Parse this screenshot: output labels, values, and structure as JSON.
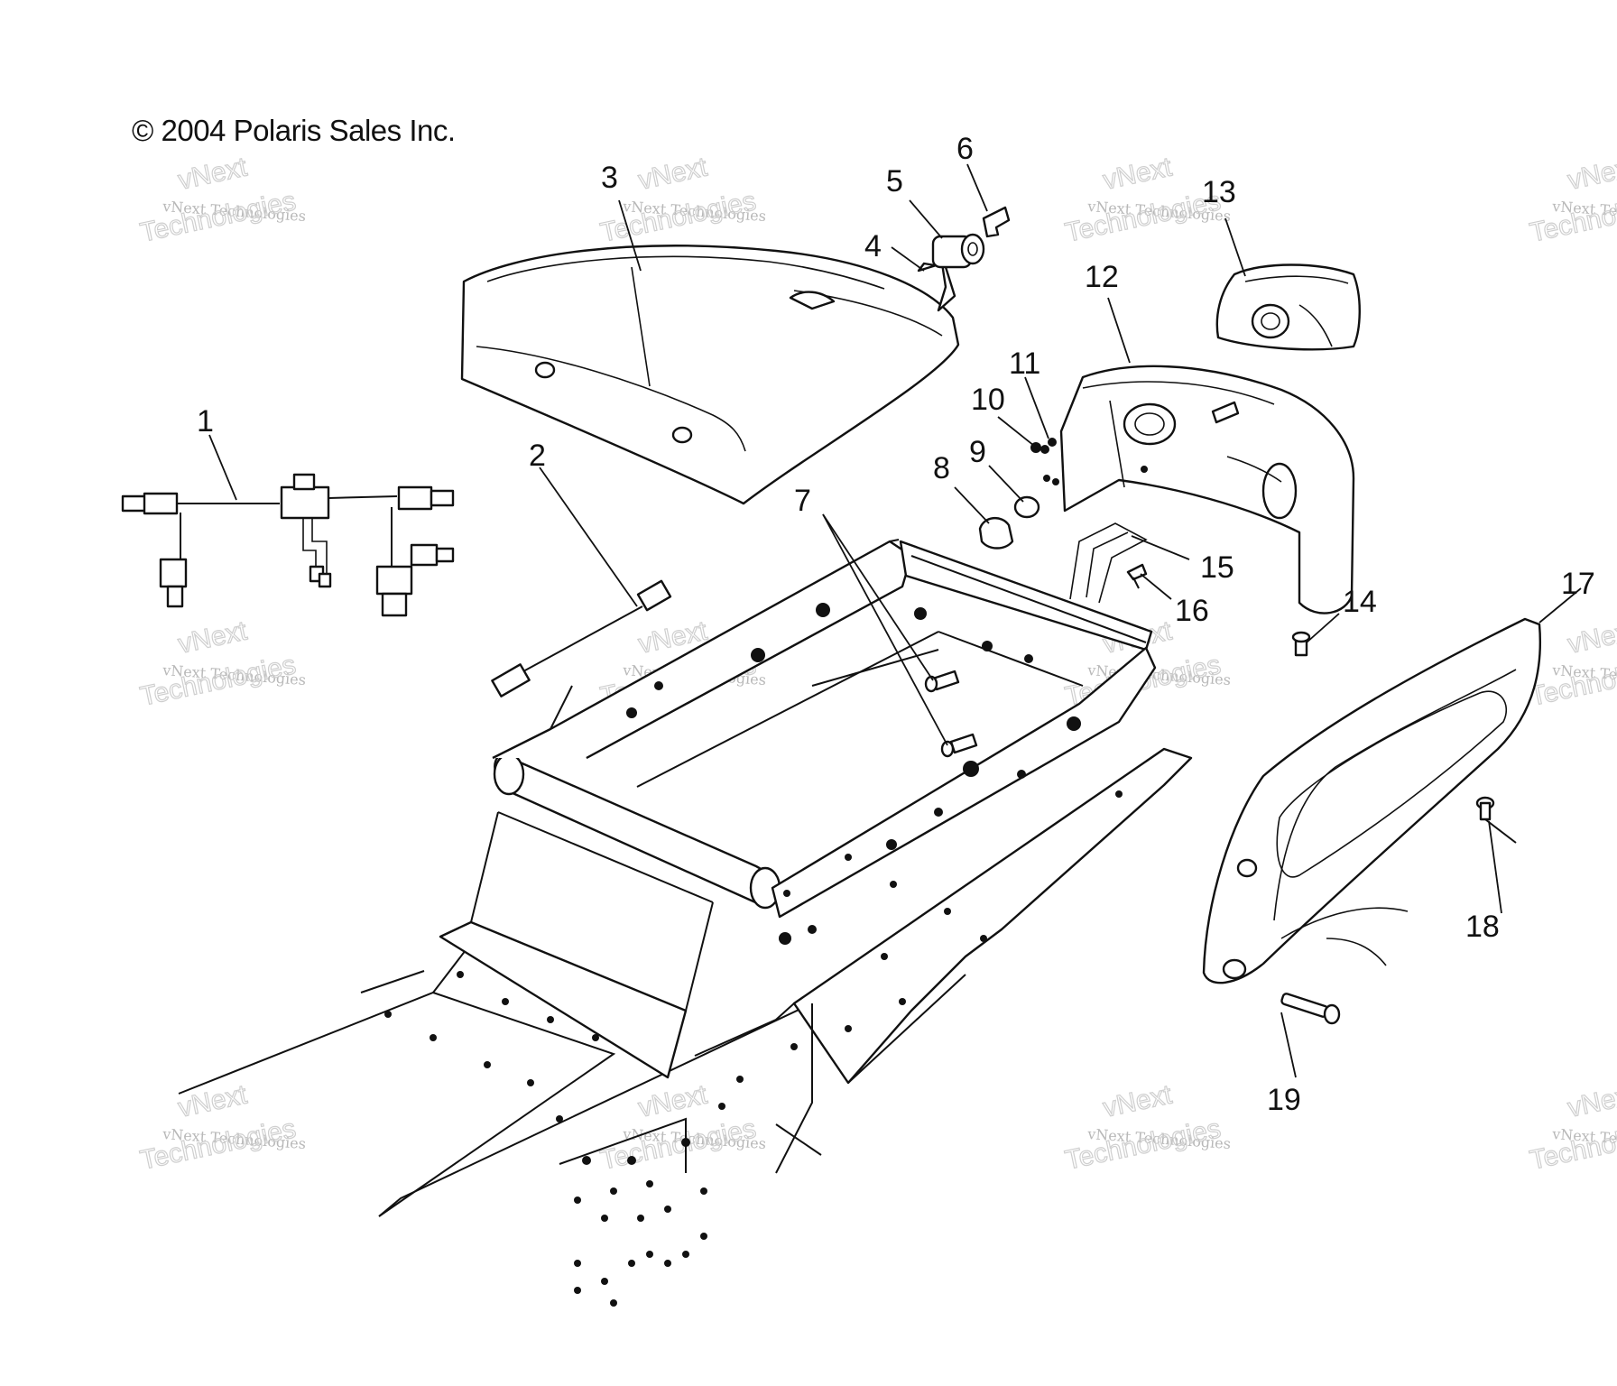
{
  "copyright": "© 2004 Polaris Sales Inc.",
  "watermark": {
    "line1": "vNext",
    "line2": "vNext Technologies",
    "line3": "Technologies"
  },
  "callouts": [
    {
      "id": "1",
      "label": "1"
    },
    {
      "id": "2",
      "label": "2"
    },
    {
      "id": "3",
      "label": "3"
    },
    {
      "id": "4",
      "label": "4"
    },
    {
      "id": "5",
      "label": "5"
    },
    {
      "id": "6",
      "label": "6"
    },
    {
      "id": "7",
      "label": "7"
    },
    {
      "id": "8",
      "label": "8"
    },
    {
      "id": "9",
      "label": "9"
    },
    {
      "id": "10",
      "label": "10"
    },
    {
      "id": "11",
      "label": "11"
    },
    {
      "id": "12",
      "label": "12"
    },
    {
      "id": "13",
      "label": "13"
    },
    {
      "id": "14",
      "label": "14"
    },
    {
      "id": "15",
      "label": "15"
    },
    {
      "id": "16",
      "label": "16"
    },
    {
      "id": "17",
      "label": "17"
    },
    {
      "id": "18",
      "label": "18"
    },
    {
      "id": "19",
      "label": "19"
    }
  ]
}
